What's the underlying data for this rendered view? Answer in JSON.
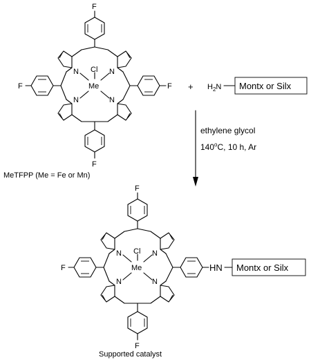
{
  "reactant": {
    "metal": "Me",
    "axial": "Cl",
    "nitrogen": "N",
    "fluorine": "F",
    "caption": "MeTFPP (Me = Fe or Mn)"
  },
  "plus_sign": "+",
  "amine": {
    "h": "H",
    "sub": "2",
    "n": "N",
    "support": "Montx or Silx"
  },
  "conditions": {
    "solvent": "ethylene glycol",
    "temp_number": "140",
    "degree": "o",
    "rest": "C, 10 h, Ar"
  },
  "product": {
    "metal": "Me",
    "axial": "Cl",
    "nitrogen": "N",
    "fluorine": "F",
    "linker": "HN",
    "support": "Montx or Silx",
    "caption": "Supported catalyst"
  }
}
